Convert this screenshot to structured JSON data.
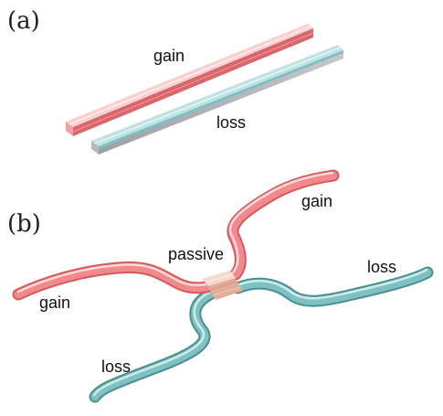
{
  "panels": {
    "a": {
      "label": "(a)",
      "gain_label": "gain",
      "loss_label": "loss"
    },
    "b": {
      "label": "(b)",
      "gain_top_label": "gain",
      "passive_label": "passive",
      "loss_right_label": "loss",
      "gain_left_label": "gain",
      "loss_bottom_label": "loss"
    }
  },
  "colors": {
    "gain": "#ef7a7d",
    "gain_light": "#fbd2d3",
    "loss": "#6fb4b6",
    "loss_light": "#c9e7e7",
    "passive": "#e8bda8",
    "passive_light": "#f7e1d5",
    "shadow": "#c8c8c8"
  }
}
